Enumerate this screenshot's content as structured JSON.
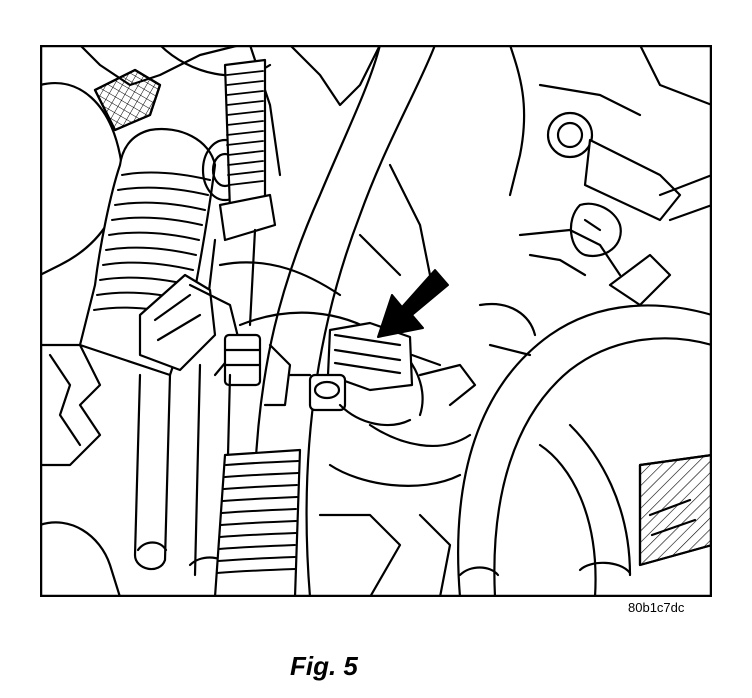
{
  "figure": {
    "caption": "Fig. 5",
    "reference_code": "80b1c7dc"
  },
  "colors": {
    "line": "#000000",
    "background": "#ffffff"
  },
  "callouts": {
    "arrow": "arrow-pointing-to-connector"
  }
}
